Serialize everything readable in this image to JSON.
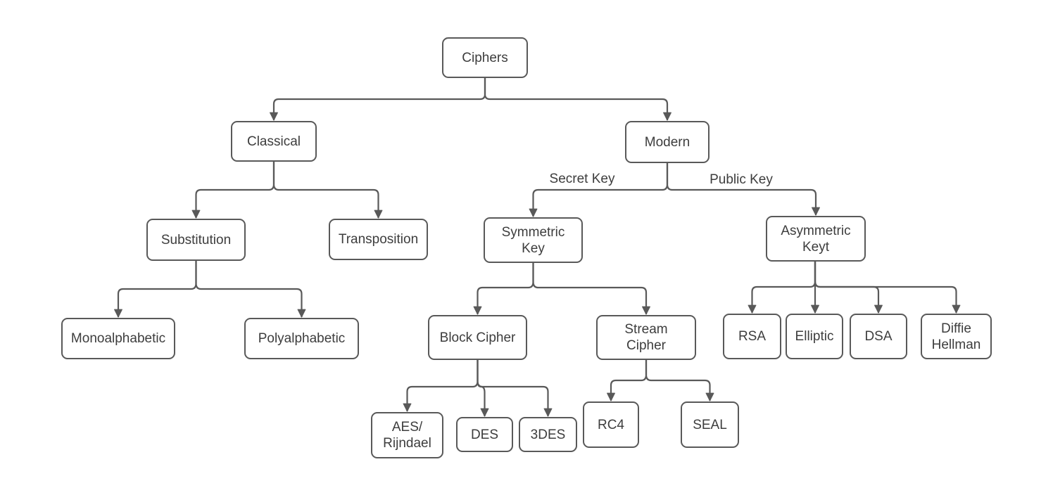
{
  "diagram": {
    "type": "flowchart",
    "background": "#ffffff",
    "colors": {
      "line": "#595959",
      "box_border": "#595959",
      "box_fill": "#ffffff",
      "text": "#3d3d3d"
    },
    "nodes": {
      "ciphers": {
        "label": "Ciphers"
      },
      "classical": {
        "label": "Classical"
      },
      "modern": {
        "label": "Modern"
      },
      "substitution": {
        "label": "Substitution"
      },
      "transposition": {
        "label": "Transposition"
      },
      "symmetric_key": {
        "label": "Symmetric\nKey"
      },
      "asymmetric_key": {
        "label": "Asymmetric\nKeyt"
      },
      "monoalphabetic": {
        "label": "Monoalphabetic"
      },
      "polyalphabetic": {
        "label": "Polyalphabetic"
      },
      "block_cipher": {
        "label": "Block Cipher"
      },
      "stream_cipher": {
        "label": "Stream\nCipher"
      },
      "rsa": {
        "label": "RSA"
      },
      "elliptic": {
        "label": "Elliptic"
      },
      "dsa": {
        "label": "DSA"
      },
      "diffie_hellman": {
        "label": "Diffie\nHellman"
      },
      "aes_rijndael": {
        "label": "AES/\nRijndael"
      },
      "des": {
        "label": "DES"
      },
      "triple_des": {
        "label": "3DES"
      },
      "rc4": {
        "label": "RC4"
      },
      "seal": {
        "label": "SEAL"
      }
    },
    "edge_labels": {
      "secret_key": "Secret Key",
      "public_key": "Public Key"
    },
    "edges": [
      {
        "from": "ciphers",
        "to": "classical"
      },
      {
        "from": "ciphers",
        "to": "modern"
      },
      {
        "from": "classical",
        "to": "substitution"
      },
      {
        "from": "classical",
        "to": "transposition"
      },
      {
        "from": "modern",
        "to": "symmetric_key",
        "label": "Secret Key"
      },
      {
        "from": "modern",
        "to": "asymmetric_key",
        "label": "Public Key"
      },
      {
        "from": "substitution",
        "to": "monoalphabetic"
      },
      {
        "from": "substitution",
        "to": "polyalphabetic"
      },
      {
        "from": "symmetric_key",
        "to": "block_cipher"
      },
      {
        "from": "symmetric_key",
        "to": "stream_cipher"
      },
      {
        "from": "asymmetric_key",
        "to": "rsa"
      },
      {
        "from": "asymmetric_key",
        "to": "elliptic"
      },
      {
        "from": "asymmetric_key",
        "to": "dsa"
      },
      {
        "from": "asymmetric_key",
        "to": "diffie_hellman"
      },
      {
        "from": "block_cipher",
        "to": "aes_rijndael"
      },
      {
        "from": "block_cipher",
        "to": "des"
      },
      {
        "from": "block_cipher",
        "to": "triple_des"
      },
      {
        "from": "stream_cipher",
        "to": "rc4"
      },
      {
        "from": "stream_cipher",
        "to": "seal"
      }
    ]
  }
}
